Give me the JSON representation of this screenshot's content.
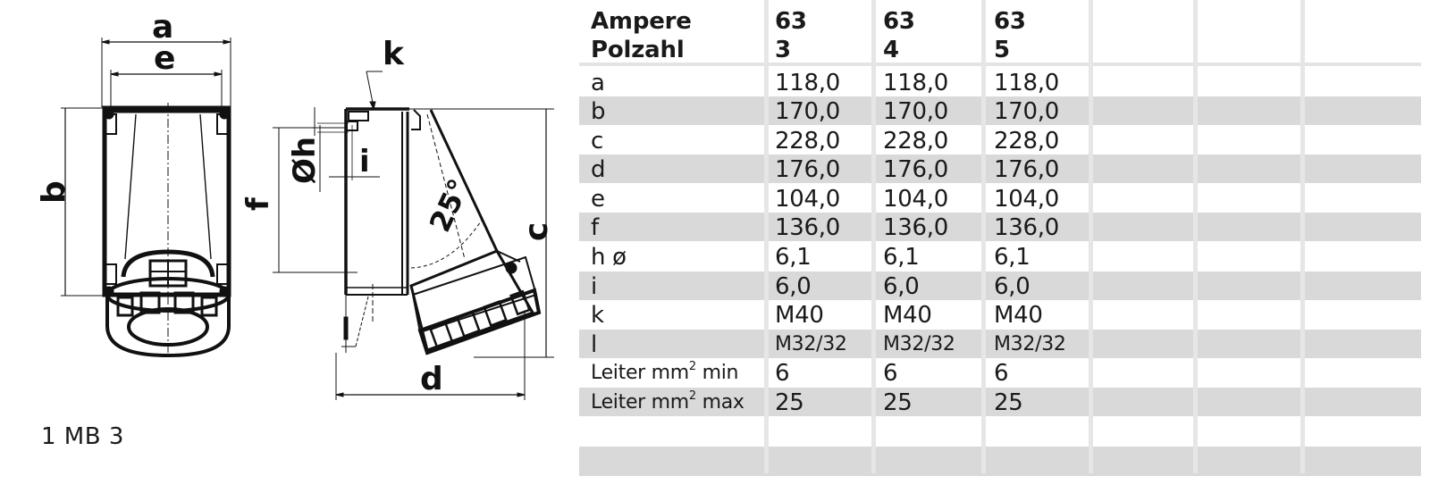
{
  "figure": {
    "model_label": "1 MB 3",
    "front_view_labels": {
      "a": "a",
      "e": "e",
      "b": "b"
    },
    "side_view_labels": {
      "k": "k",
      "h": "Øh",
      "i": "i",
      "f": "f",
      "angle": "25°",
      "c": "c",
      "d": "d"
    }
  },
  "table": {
    "header": {
      "row1_label": "Ampere",
      "row2_label": "Polzahl",
      "columns": [
        {
          "ampere": "63",
          "polzahl": "3"
        },
        {
          "ampere": "63",
          "polzahl": "4"
        },
        {
          "ampere": "63",
          "polzahl": "5"
        },
        {
          "ampere": "",
          "polzahl": ""
        },
        {
          "ampere": "",
          "polzahl": ""
        },
        {
          "ampere": "",
          "polzahl": ""
        }
      ]
    },
    "rows": [
      {
        "label": "a",
        "values": [
          "118,0",
          "118,0",
          "118,0"
        ]
      },
      {
        "label": "b",
        "values": [
          "170,0",
          "170,0",
          "170,0"
        ]
      },
      {
        "label": "c",
        "values": [
          "228,0",
          "228,0",
          "228,0"
        ]
      },
      {
        "label": "d",
        "values": [
          "176,0",
          "176,0",
          "176,0"
        ]
      },
      {
        "label": "e",
        "values": [
          "104,0",
          "104,0",
          "104,0"
        ]
      },
      {
        "label": "f",
        "values": [
          "136,0",
          "136,0",
          "136,0"
        ]
      },
      {
        "label": "h ø",
        "values": [
          "6,1",
          "6,1",
          "6,1"
        ]
      },
      {
        "label": "i",
        "values": [
          "6,0",
          "6,0",
          "6,0"
        ]
      },
      {
        "label": "k",
        "values": [
          "M40",
          "M40",
          "M40"
        ]
      },
      {
        "label": "l",
        "values": [
          "M32/32",
          "M32/32",
          "M32/32"
        ]
      },
      {
        "label_prefix": "Leiter mm",
        "label_sup": "2",
        "label_suffix": " min",
        "values": [
          "6",
          "6",
          "6"
        ]
      },
      {
        "label_prefix": "Leiter mm",
        "label_sup": "2",
        "label_suffix": " max",
        "values": [
          "25",
          "25",
          "25"
        ]
      },
      {
        "label": "",
        "values": [
          "",
          "",
          ""
        ]
      },
      {
        "label": "",
        "values": [
          "",
          "",
          ""
        ]
      }
    ]
  },
  "colors": {
    "row_shade": "#d9d9d9",
    "grid_line": "#e6e6e6",
    "text": "#1a1a1a"
  }
}
